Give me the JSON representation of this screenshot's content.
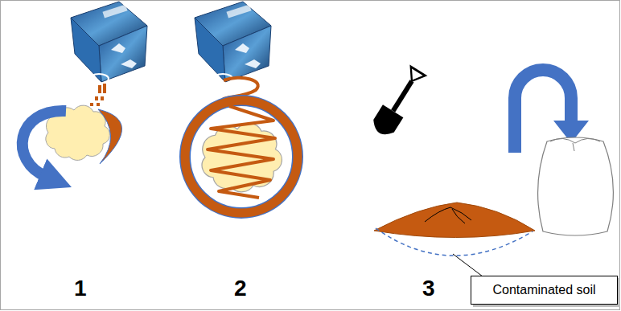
{
  "diagram": {
    "nodes": [
      {
        "text": [
          "Contaminated soil"
        ]
      }
    ],
    "labels": [
      "1",
      "2",
      "3"
    ]
  }
}
